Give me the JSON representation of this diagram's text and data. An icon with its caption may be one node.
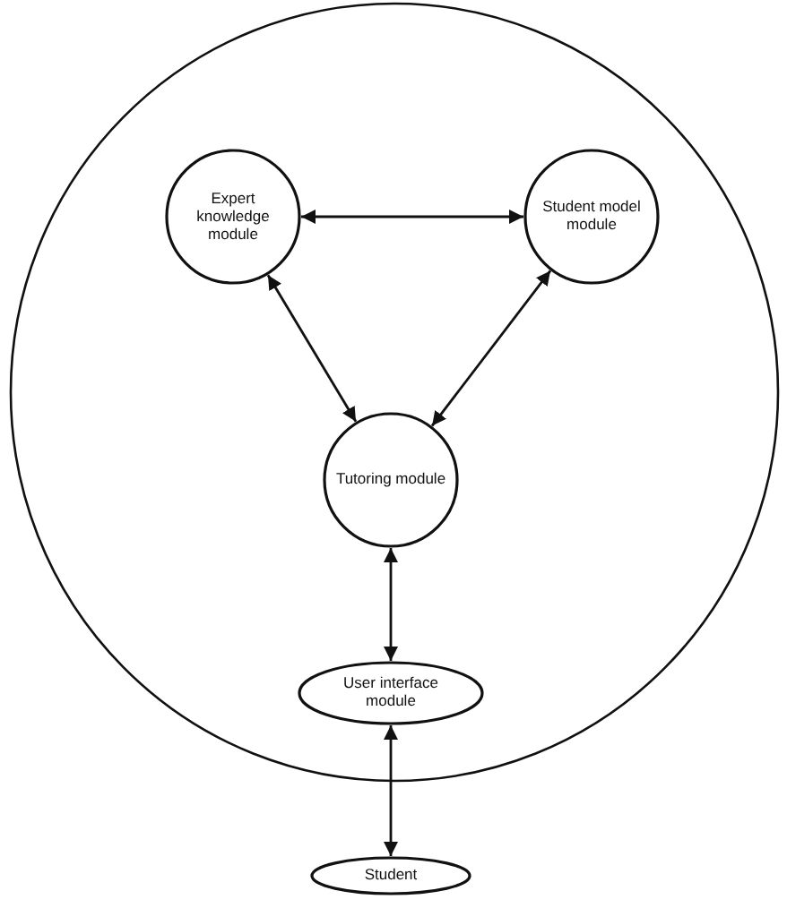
{
  "diagram": {
    "nodes": [
      {
        "text": [],
        "shape": "circle"
      },
      {
        "text": [
          "Expert knowledge module"
        ],
        "in": 0
      },
      {
        "text": [
          "Student model module"
        ],
        "in": 0
      },
      {
        "text": [
          "Tutoring module"
        ],
        "in": 0
      },
      {
        "text": [
          "User interface module"
        ],
        "in": 0
      },
      {
        "text": [
          "Student"
        ]
      }
    ],
    "edges": [
      {
        "from": 1,
        "to": 2,
        "arrow": "both"
      },
      {
        "from": 1,
        "to": 3,
        "arrow": "both"
      },
      {
        "from": 2,
        "to": 3,
        "arrow": "both"
      },
      {
        "from": 3,
        "to": 4,
        "arrow": "both"
      },
      {
        "from": 4,
        "to": 5,
        "arrow": "both"
      }
    ]
  }
}
